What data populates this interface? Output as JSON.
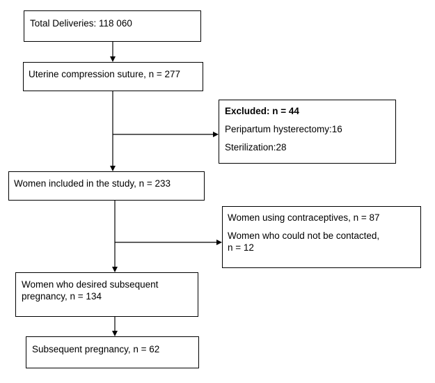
{
  "flowchart": {
    "total_deliveries": "Total Deliveries: 118 060",
    "compression_suture": "Uterine compression suture, n = 277",
    "excluded": {
      "title": "Excluded: n = 44",
      "hysterectomy": "Peripartum hysterectomy:16",
      "sterilization": "Sterilization:28"
    },
    "included": "Women included in the study, n = 233",
    "lost": {
      "contraceptives": "Women using contraceptives, n = 87",
      "not_contacted_line1": "Women who could not be contacted,",
      "not_contacted_line2": "n = 12"
    },
    "desired": {
      "line1": "Women who desired subsequent",
      "line2": "pregnancy, n = 134"
    },
    "subsequent": "Subsequent pregnancy, n = 62"
  }
}
